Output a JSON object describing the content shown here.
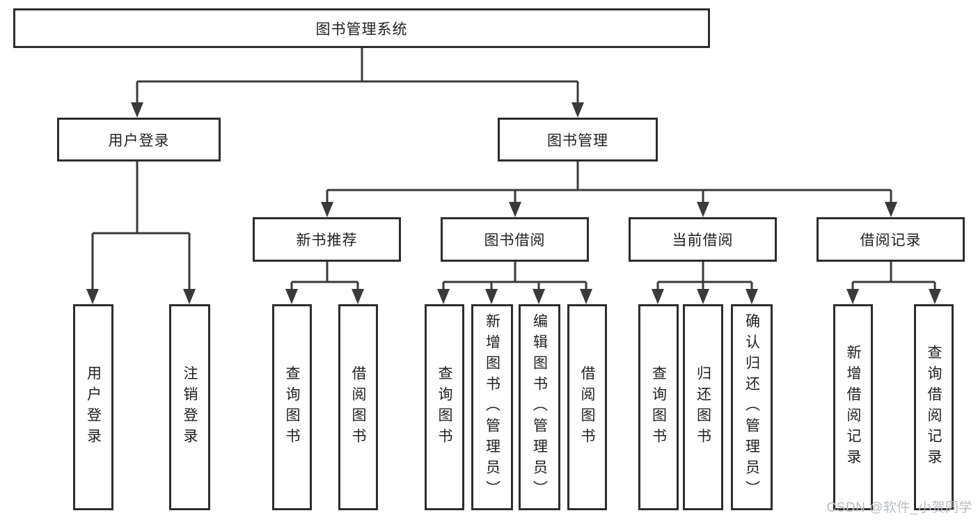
{
  "root": {
    "label": "图书管理系统"
  },
  "level2": [
    {
      "label": "用户登录",
      "leaves": [
        "用户登录",
        "注销登录"
      ]
    },
    {
      "label": "图书管理"
    }
  ],
  "level3": [
    {
      "label": "新书推荐",
      "leaves": [
        "查询图书",
        "借阅图书"
      ]
    },
    {
      "label": "图书借阅",
      "leaves": [
        "查询图书",
        "新增图书（管理员）",
        "编辑图书（管理员）",
        "借阅图书"
      ]
    },
    {
      "label": "当前借阅",
      "leaves": [
        "查询图书",
        "归还图书",
        "确认归还（管理员）"
      ]
    },
    {
      "label": "借阅记录",
      "leaves": [
        "新增借阅记录",
        "查询借阅记录"
      ]
    }
  ],
  "watermark": {
    "text": "CSDN @软件_小贺同学"
  },
  "colors": {
    "line": "#3a3a3a",
    "box_border": "#2d2d2d",
    "text": "#1f1f1f",
    "background": "#ffffff",
    "watermark": "#b8bcc0"
  }
}
